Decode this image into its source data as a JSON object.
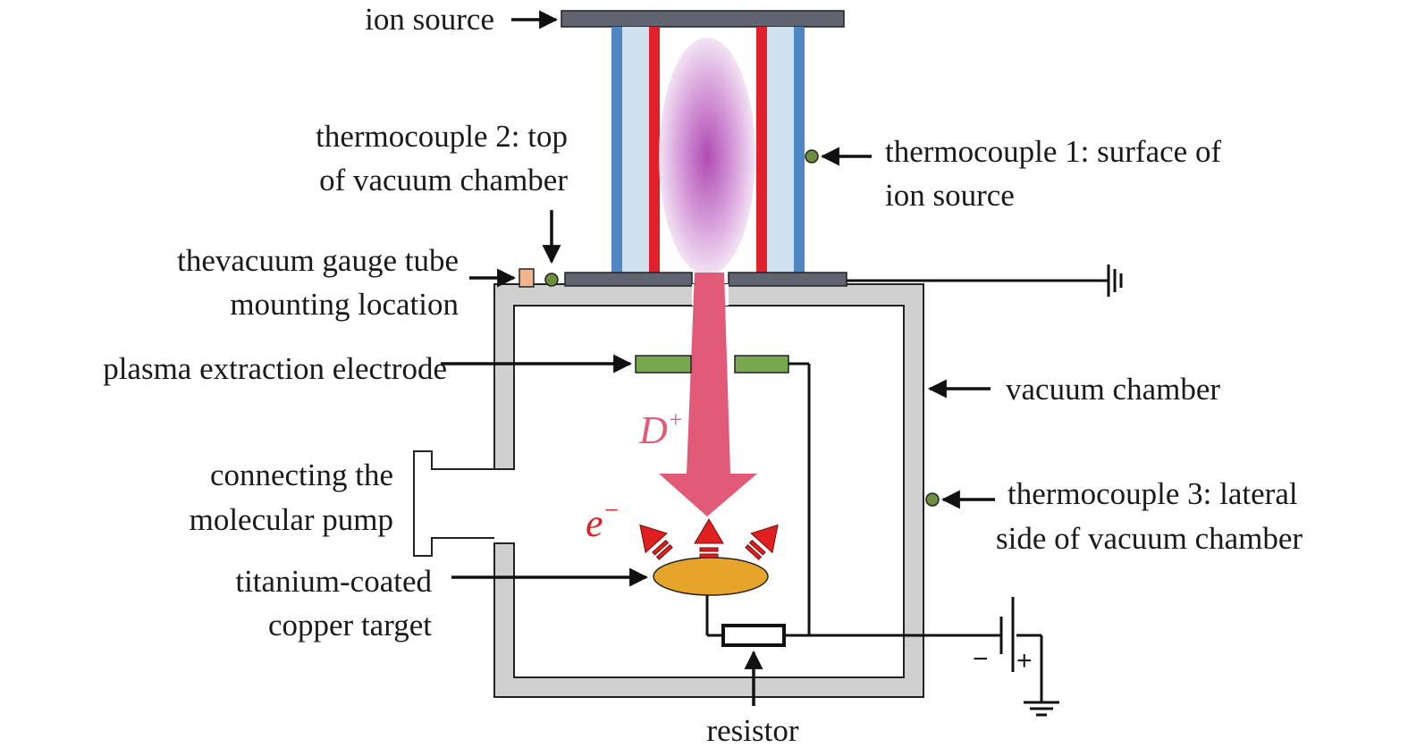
{
  "labels": {
    "ion_source": "ion source",
    "thermocouple_1_line1": "thermocouple 1: surface of",
    "thermocouple_1_line2": "ion source",
    "thermocouple_2_line1": "thermocouple 2: top",
    "thermocouple_2_line2": "of vacuum chamber",
    "gauge_line1": "thevacuum gauge tube",
    "gauge_line2": "mounting location",
    "electrode": "plasma extraction electrode",
    "vacuum_chamber": "vacuum chamber",
    "pump_line1": "connecting the",
    "pump_line2": "molecular pump",
    "thermocouple_3_line1": "thermocouple 3: lateral",
    "thermocouple_3_line2": "side of vacuum chamber",
    "target_line1": "titanium-coated",
    "target_line2": "copper target",
    "resistor": "resistor",
    "battery_minus": "−",
    "battery_plus": "+"
  },
  "symbols": {
    "deuteron": "D",
    "deuteron_charge": "+",
    "electron": "e",
    "electron_charge": "−"
  },
  "colors": {
    "chamber_wall": "#d0d0d0",
    "ion_source_plate": "#5f6470",
    "outer_tube": "#4f86c6",
    "tube_fill": "#cfe0ee",
    "inner_rod": "#e0202a",
    "plasma": "#b04cb3",
    "beam": "#e15a78",
    "electrode": "#78a84e",
    "target": "#e6a52a",
    "thermocouple_dot": "#6b8f3a",
    "gauge": "#f2b48f",
    "electron_arrow": "#e02020"
  }
}
